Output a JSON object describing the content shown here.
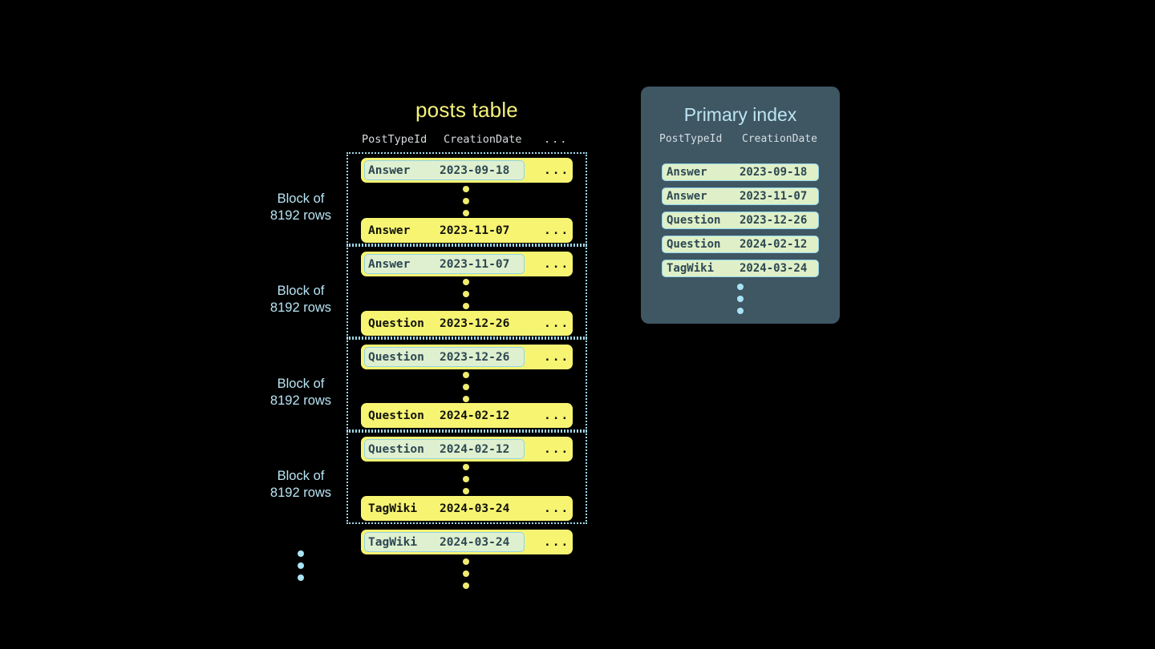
{
  "background_color": "#000000",
  "colors": {
    "row_fill": "#f7f472",
    "row_text": "#11130c",
    "key_highlight_fill": "#dff0d0",
    "key_highlight_border": "#8fd4ea",
    "key_text": "#2d4752",
    "block_border": "#9fd8ea",
    "block_label_text": "#b8e4f3",
    "table_title": "#f4f27a",
    "panel_fill": "#3f5663",
    "panel_title": "#bde5f4",
    "header_text": "#d8dde0",
    "dots_yellow": "#f0ec70",
    "dots_blue": "#a8e4f5"
  },
  "posts_table": {
    "title": "posts table",
    "columns": [
      "PostTypeId",
      "CreationDate",
      "..."
    ],
    "blocks": [
      {
        "label": "Block of\n8192 rows",
        "first_row": {
          "post_type_id": "Answer",
          "creation_date": "2023-09-18",
          "rest": "...",
          "highlighted": true
        },
        "last_row": {
          "post_type_id": "Answer",
          "creation_date": "2023-11-07",
          "rest": "...",
          "highlighted": false
        }
      },
      {
        "label": "Block of\n8192 rows",
        "first_row": {
          "post_type_id": "Answer",
          "creation_date": "2023-11-07",
          "rest": "...",
          "highlighted": true
        },
        "last_row": {
          "post_type_id": "Question",
          "creation_date": "2023-12-26",
          "rest": "...",
          "highlighted": false
        }
      },
      {
        "label": "Block of\n8192 rows",
        "first_row": {
          "post_type_id": "Question",
          "creation_date": "2023-12-26",
          "rest": "...",
          "highlighted": true
        },
        "last_row": {
          "post_type_id": "Question",
          "creation_date": "2024-02-12",
          "rest": "...",
          "highlighted": false
        }
      },
      {
        "label": "Block of\n8192 rows",
        "first_row": {
          "post_type_id": "Question",
          "creation_date": "2024-02-12",
          "rest": "...",
          "highlighted": true
        },
        "last_row": {
          "post_type_id": "TagWiki",
          "creation_date": "2024-03-24",
          "rest": "...",
          "highlighted": false
        }
      }
    ],
    "trailing_row": {
      "post_type_id": "TagWiki",
      "creation_date": "2024-03-24",
      "rest": "...",
      "highlighted": true
    }
  },
  "primary_index": {
    "title": "Primary index",
    "columns": [
      "PostTypeId",
      "CreationDate"
    ],
    "rows": [
      {
        "post_type_id": "Answer",
        "creation_date": "2023-09-18"
      },
      {
        "post_type_id": "Answer",
        "creation_date": "2023-11-07"
      },
      {
        "post_type_id": "Question",
        "creation_date": "2023-12-26"
      },
      {
        "post_type_id": "Question",
        "creation_date": "2024-02-12"
      },
      {
        "post_type_id": "TagWiki",
        "creation_date": "2024-03-24"
      }
    ]
  }
}
